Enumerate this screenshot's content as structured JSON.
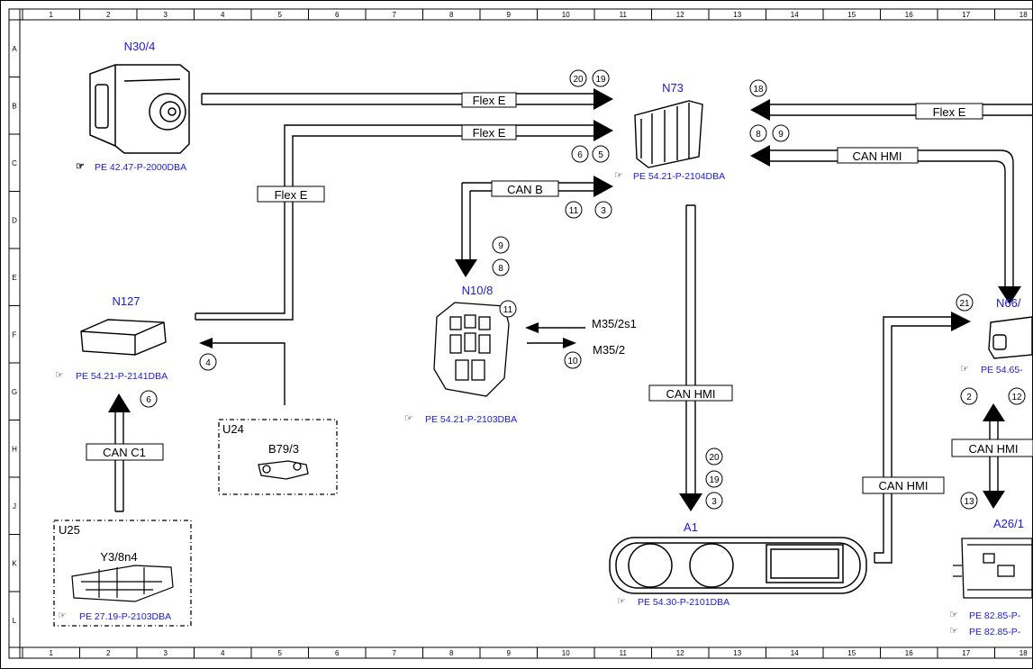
{
  "grid": {
    "columns": [
      "1",
      "2",
      "3",
      "4",
      "5",
      "6",
      "7",
      "8",
      "9",
      "10",
      "11",
      "12",
      "13",
      "14",
      "15",
      "16",
      "17",
      "18"
    ],
    "rows": [
      "A",
      "B",
      "C",
      "D",
      "E",
      "F",
      "G",
      "H",
      "J",
      "K",
      "L"
    ]
  },
  "components": {
    "n30_4": {
      "name": "N30/4",
      "ref": "PE 42.47-P-2000DBA"
    },
    "n73": {
      "name": "N73",
      "ref": "PE 54.21-P-2104DBA"
    },
    "n127": {
      "name": "N127",
      "ref": "PE 54.21-P-2141DBA"
    },
    "n10_8": {
      "name": "N10/8",
      "ref": "PE 54.21-P-2103DBA"
    },
    "a1": {
      "name": "A1",
      "ref": "PE 54.30-P-2101DBA"
    },
    "n66": {
      "name": "N66/",
      "ref": "PE 54.65-"
    },
    "a26": {
      "name": "A26/1",
      "ref1": "PE 82.85-P-",
      "ref2": "PE 82.85-P-"
    },
    "u24": {
      "group": "U24",
      "name": "B79/3"
    },
    "u25": {
      "group": "U25",
      "name": "Y3/8n4",
      "ref": "PE 27.19-P-2103DBA"
    }
  },
  "buses": {
    "flex_e_1": "Flex E",
    "flex_e_2": "Flex E",
    "flex_e_3": "Flex E",
    "flex_e_right": "Flex E",
    "can_b": "CAN B",
    "can_hmi_top": "CAN HMI",
    "can_hmi_mid": "CAN HMI",
    "can_hmi_right": "CAN HMI",
    "can_hmi_low": "CAN HMI",
    "can_c1": "CAN C1"
  },
  "signals": {
    "m35_2s1": "M35/2s1",
    "m35_2": "M35/2"
  },
  "markers": {
    "m20a": "20",
    "m19a": "19",
    "m6a": "6",
    "m5a": "5",
    "m11a": "11",
    "m3a": "3",
    "m18": "18",
    "m8a": "8",
    "m9a": "9",
    "m9b": "9",
    "m8b": "8",
    "m11b": "11",
    "m10": "10",
    "m4": "4",
    "m6b": "6",
    "m20b": "20",
    "m19b": "19",
    "m3b": "3",
    "m21": "21",
    "m2": "2",
    "m12": "12",
    "m13": "13"
  }
}
